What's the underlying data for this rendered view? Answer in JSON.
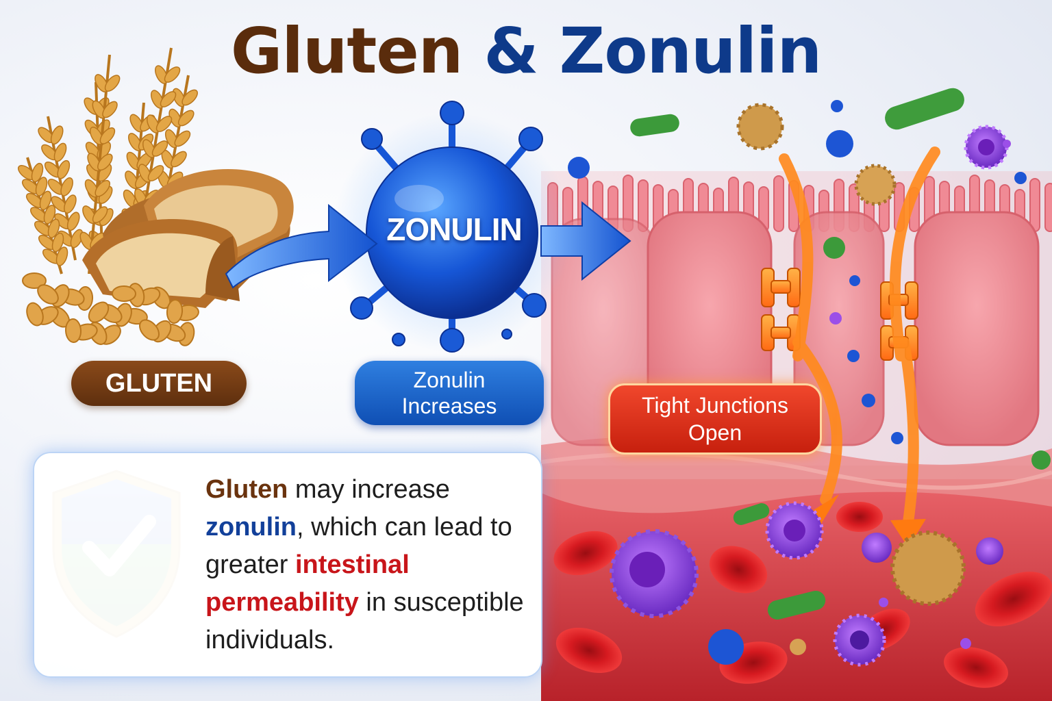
{
  "title": {
    "part1": "Gluten",
    "part2": "&",
    "part3": "Zonulin"
  },
  "labels": {
    "gluten": "GLUTEN",
    "zonulin_molecule": "ZONULIN",
    "zonulin_increases_line1": "Zonulin",
    "zonulin_increases_line2": "Increases",
    "tight_junctions_line1": "Tight Junctions",
    "tight_junctions_line2": "Open"
  },
  "info": {
    "kw_gluten": "Gluten",
    "seg1": " may increase",
    "kw_zonulin": "zonulin",
    "seg2": ", which can lead to greater ",
    "kw_perm1": "intestinal",
    "kw_perm2": "permeability",
    "seg3": " in susceptible individuals."
  },
  "colors": {
    "gluten_brown": "#5a2c0c",
    "zonulin_blue": "#0e3a8a",
    "alert_red": "#c8151a",
    "shield_blue": "#1f5fd0",
    "shield_green": "#2e9a3c"
  },
  "icons": [
    "wheat-icon",
    "bread-icon",
    "zonulin-molecule-icon",
    "shield-check-icon",
    "arrow-right-icon"
  ]
}
